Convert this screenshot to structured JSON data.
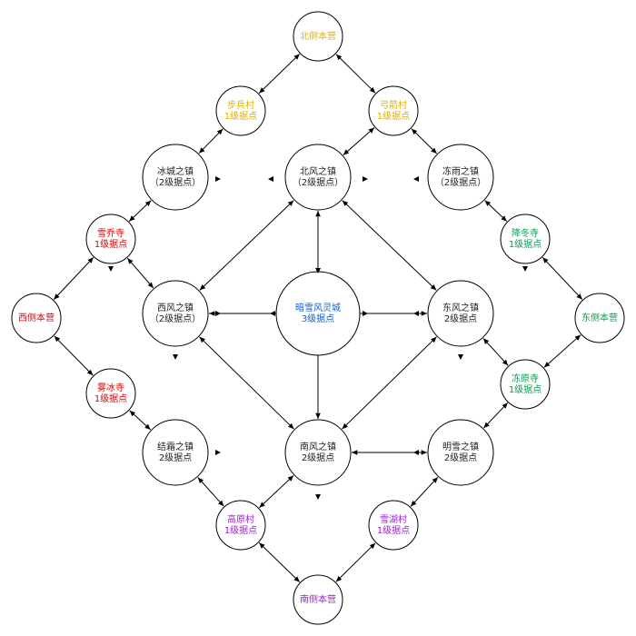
{
  "colors": {
    "north": "#e0b000",
    "west": "#e00000",
    "east": "#00a050",
    "south": "#a020d0",
    "center": "#1060d0",
    "neutral": "#222222"
  },
  "nodes": [
    {
      "id": "north-base",
      "lines": [
        "北侧本营"
      ],
      "group": "north"
    },
    {
      "id": "n-left-village",
      "lines": [
        "步兵村",
        "1级据点"
      ],
      "group": "north"
    },
    {
      "id": "n-right-village",
      "lines": [
        "弓箭村",
        "1级据点"
      ],
      "group": "north"
    },
    {
      "id": "ice-town",
      "lines": [
        "冰城之镇",
        "（2级据点）"
      ],
      "group": "neutral"
    },
    {
      "id": "north-wind-town",
      "lines": [
        "北风之镇",
        "（2级据点）"
      ],
      "group": "neutral"
    },
    {
      "id": "frost-town",
      "lines": [
        "冻雨之镇",
        "（2级据点）"
      ],
      "group": "neutral"
    },
    {
      "id": "w-top-village",
      "lines": [
        "雪乔寺",
        "1级据点"
      ],
      "group": "west"
    },
    {
      "id": "e-top-village",
      "lines": [
        "降冬寺",
        "1级据点"
      ],
      "group": "east"
    },
    {
      "id": "west-base",
      "lines": [
        "西侧本营"
      ],
      "group": "west"
    },
    {
      "id": "west-wind-town",
      "lines": [
        "西风之镇",
        "（2级据点）"
      ],
      "group": "neutral"
    },
    {
      "id": "center-city",
      "lines": [
        "暗雪风灵城",
        "3级据点"
      ],
      "group": "center"
    },
    {
      "id": "east-wind-town",
      "lines": [
        "东风之镇",
        "2级据点"
      ],
      "group": "neutral"
    },
    {
      "id": "east-base",
      "lines": [
        "东侧本营"
      ],
      "group": "east"
    },
    {
      "id": "w-bot-village",
      "lines": [
        "雾冰寺",
        "1级据点"
      ],
      "group": "west"
    },
    {
      "id": "e-bot-village",
      "lines": [
        "冻原寺",
        "1级据点"
      ],
      "group": "east"
    },
    {
      "id": "frozen-town",
      "lines": [
        "结霜之镇",
        "2级据点"
      ],
      "group": "neutral"
    },
    {
      "id": "south-wind-town",
      "lines": [
        "南风之镇",
        "2级据点"
      ],
      "group": "neutral"
    },
    {
      "id": "clear-town",
      "lines": [
        "明雪之镇",
        "2级据点"
      ],
      "group": "neutral"
    },
    {
      "id": "s-left-village",
      "lines": [
        "高原村",
        "1级据点"
      ],
      "group": "south"
    },
    {
      "id": "s-right-village",
      "lines": [
        "雪湖村",
        "1级据点"
      ],
      "group": "south"
    },
    {
      "id": "south-base",
      "lines": [
        "南侧本营"
      ],
      "group": "south"
    }
  ],
  "edges": [
    [
      "north-base",
      "n-left-village"
    ],
    [
      "north-base",
      "n-right-village"
    ],
    [
      "n-left-village",
      "ice-town"
    ],
    [
      "n-right-village",
      "north-wind-town"
    ],
    [
      "n-right-village",
      "frost-town"
    ],
    [
      "ice-town",
      "w-top-village"
    ],
    [
      "frost-town",
      "e-top-village"
    ],
    [
      "w-top-village",
      "west-base"
    ],
    [
      "w-top-village",
      "west-wind-town"
    ],
    [
      "e-top-village",
      "east-base"
    ],
    [
      "west-base",
      "w-bot-village"
    ],
    [
      "east-base",
      "e-bot-village"
    ],
    [
      "north-wind-town",
      "west-wind-town"
    ],
    [
      "north-wind-town",
      "east-wind-town"
    ],
    [
      "north-wind-town",
      "south-wind-town"
    ],
    [
      "west-wind-town",
      "east-wind-town"
    ],
    [
      "west-wind-town",
      "south-wind-town"
    ],
    [
      "east-wind-town",
      "south-wind-town"
    ],
    [
      "east-wind-town",
      "e-bot-village"
    ],
    [
      "w-bot-village",
      "frozen-town"
    ],
    [
      "e-bot-village",
      "clear-town"
    ],
    [
      "south-wind-town",
      "clear-town"
    ],
    [
      "south-wind-town",
      "s-left-village"
    ],
    [
      "frozen-town",
      "s-left-village"
    ],
    [
      "clear-town",
      "s-right-village"
    ],
    [
      "s-left-village",
      "south-base"
    ],
    [
      "s-right-village",
      "south-base"
    ]
  ]
}
